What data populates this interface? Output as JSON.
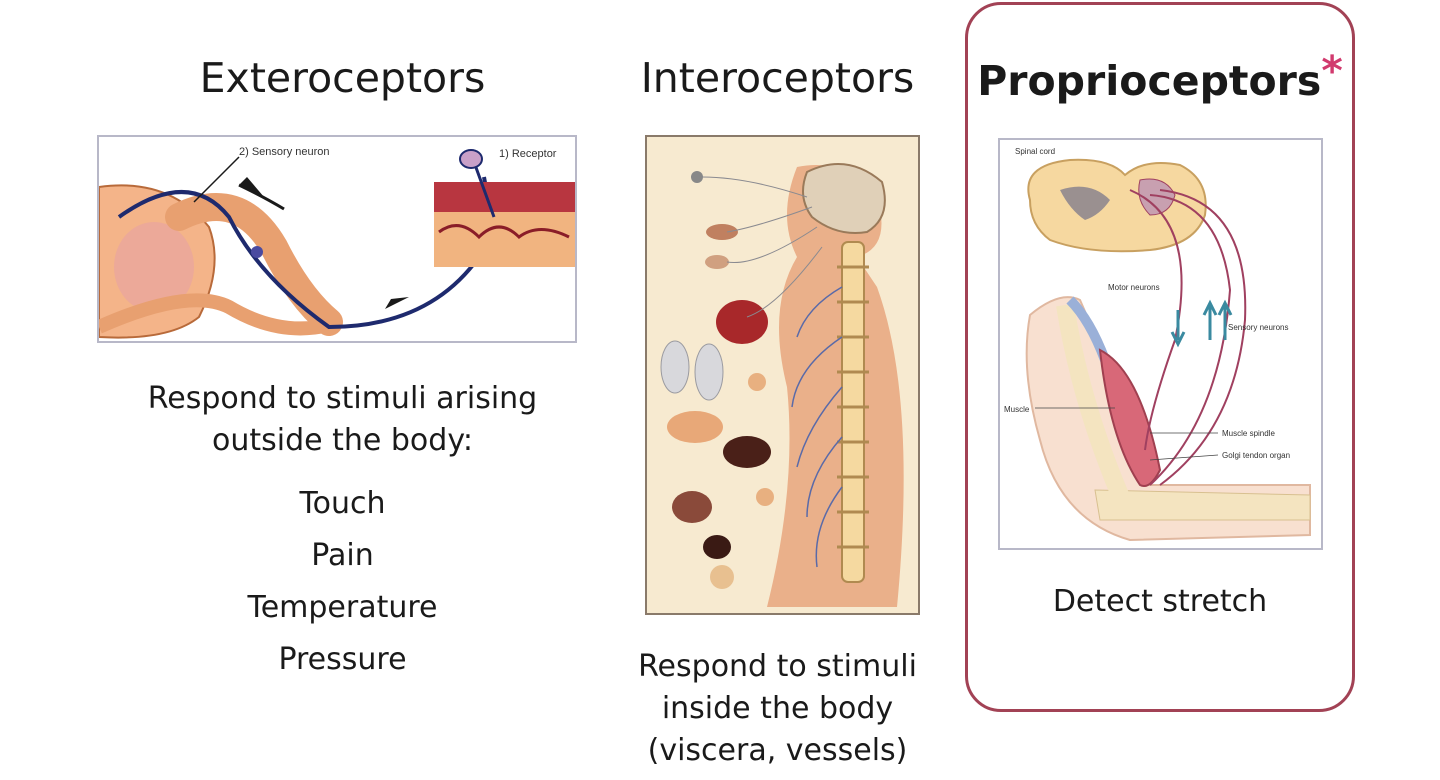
{
  "exteroceptors": {
    "title": "Exteroceptors",
    "figure": {
      "label_sensory_neuron": "2) Sensory neuron",
      "label_receptor": "1) Receptor"
    },
    "description_line1": "Respond to stimuli arising",
    "description_line2": "outside the body:",
    "examples": [
      "Touch",
      "Pain",
      "Temperature",
      "Pressure"
    ]
  },
  "interoceptors": {
    "title": "Interoceptors",
    "description_line1": "Respond to stimuli",
    "description_line2": "inside the body",
    "description_line3": "(viscera, vessels)"
  },
  "proprioceptors": {
    "title": "Proprioceptors",
    "asterisk": "*",
    "figure": {
      "label_spinal_cord": "Spinal cord",
      "label_motor_neurons": "Motor neurons",
      "label_sensory_neurons": "Sensory neurons",
      "label_muscle": "Muscle",
      "label_muscle_spindle": "Muscle spindle",
      "label_golgi": "Golgi tendon organ"
    },
    "description": "Detect stretch"
  },
  "colors": {
    "highlight_border": "#a24255",
    "asterisk": "#d13a6e"
  }
}
